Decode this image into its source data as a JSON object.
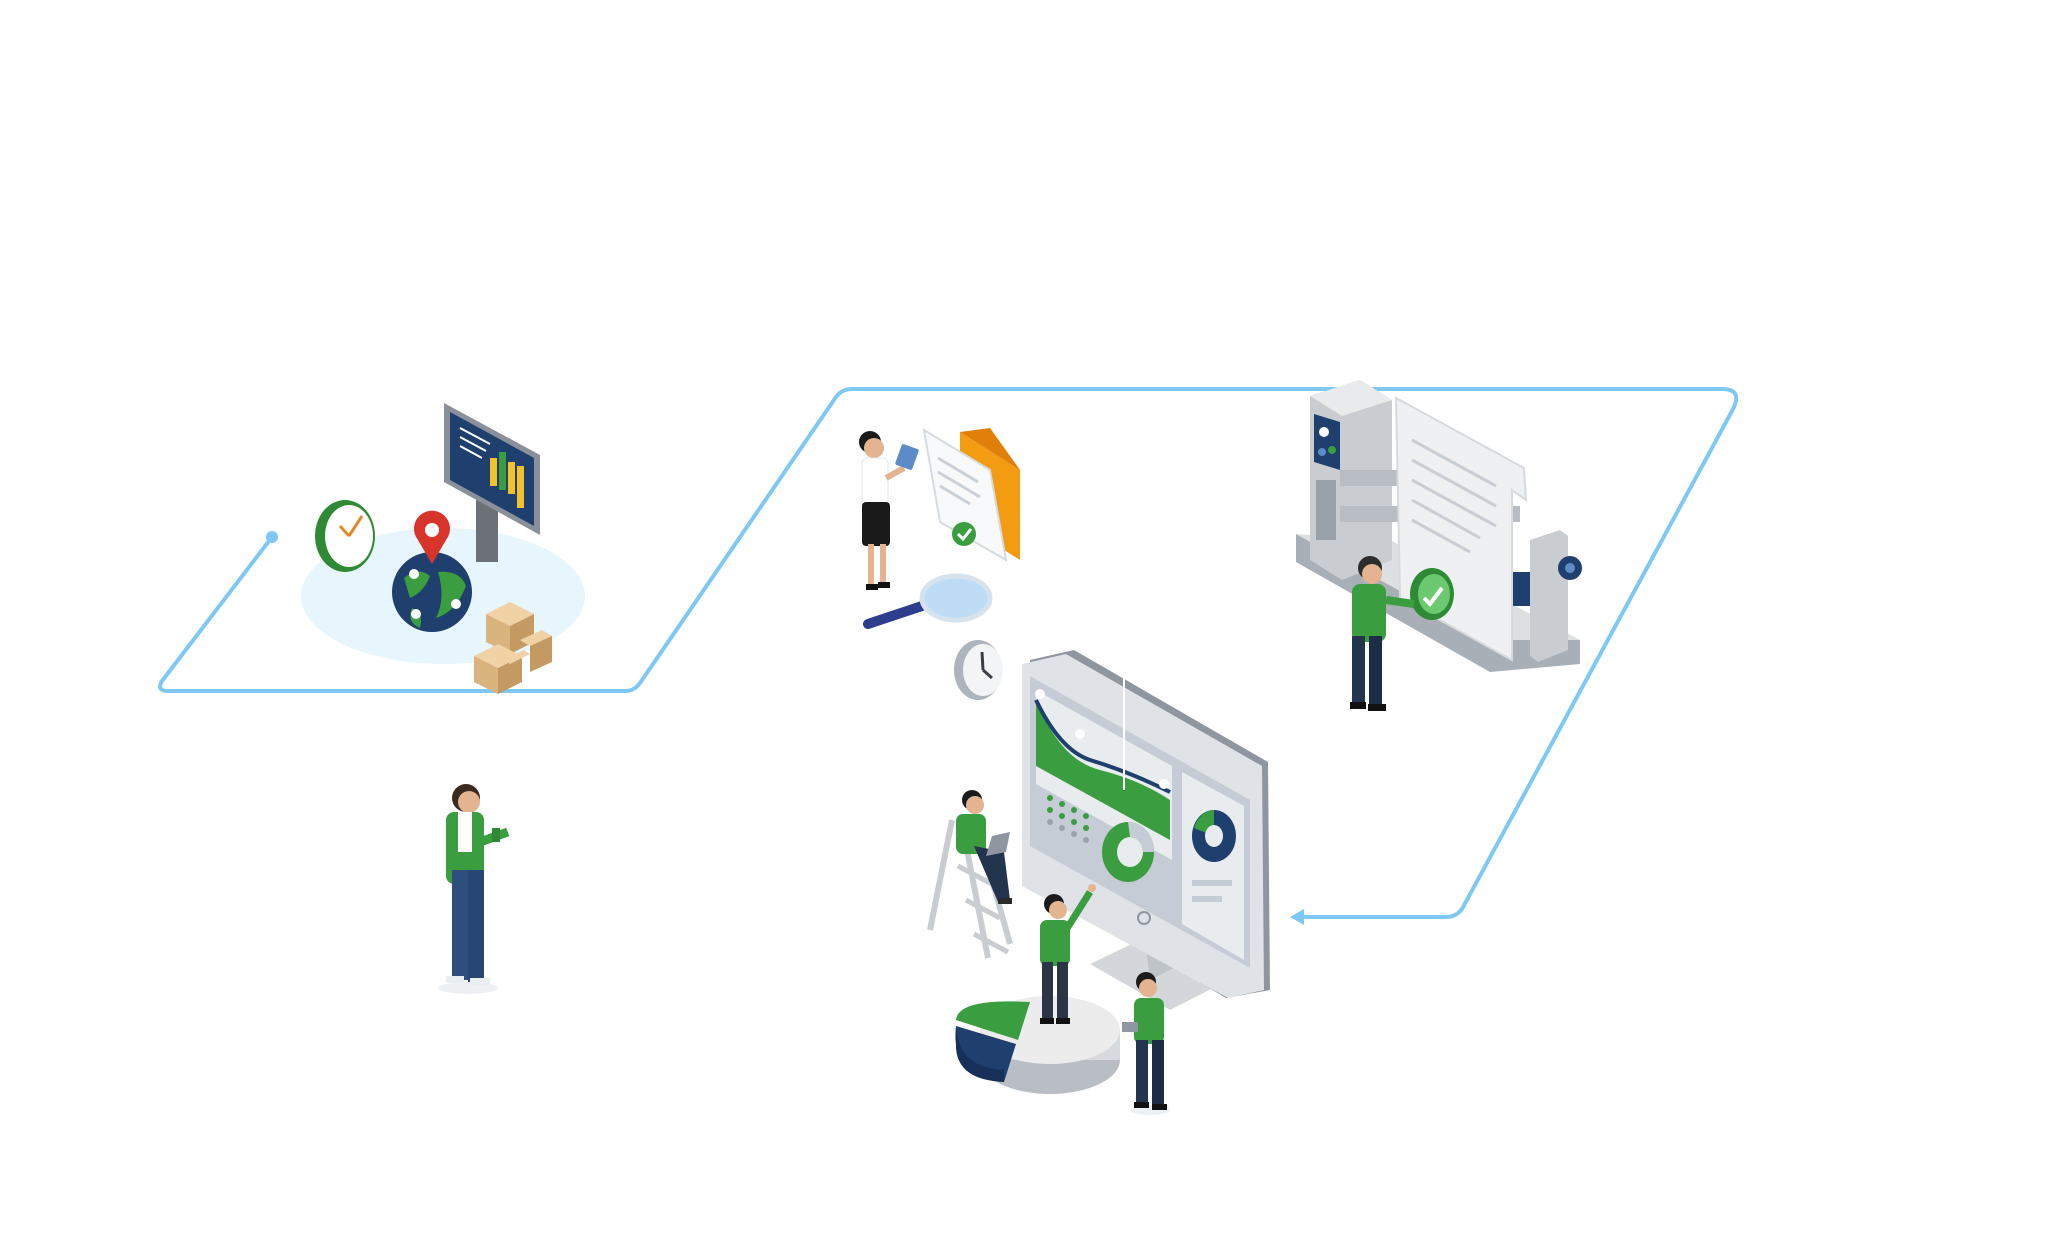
{
  "scene": {
    "background": "#ffffff",
    "flow_path_color": "#7ec8f5",
    "accent_green": "#3a9d3f",
    "accent_navy": "#1f3f6e",
    "accent_orange": "#f39c12",
    "accent_red": "#d8342c",
    "box_tan": "#d9b47e",
    "machine_gray": "#c9cdd2"
  },
  "groups": [
    {
      "name": "logistics-hub",
      "icons": [
        "clock-icon",
        "location-pin-icon",
        "globe-icon",
        "bar-chart-billboard-icon",
        "cardboard-boxes-icon"
      ]
    },
    {
      "name": "document-review",
      "icons": [
        "businesswoman-tablet",
        "approved-document-icon",
        "orange-folder-icon",
        "magnifying-glass-icon"
      ]
    },
    {
      "name": "production-machine",
      "icons": [
        "industrial-machine-icon",
        "paper-scroll-icon",
        "green-checkmark-icon",
        "worker-figure"
      ]
    },
    {
      "name": "analytics-dashboard",
      "icons": [
        "wall-clock-icon",
        "monitor-dashboard-icon",
        "stepladder-icon",
        "pie-chart-icon",
        "team-figures"
      ]
    },
    {
      "name": "standalone-worker",
      "icons": [
        "man-with-phone-figure"
      ]
    }
  ]
}
